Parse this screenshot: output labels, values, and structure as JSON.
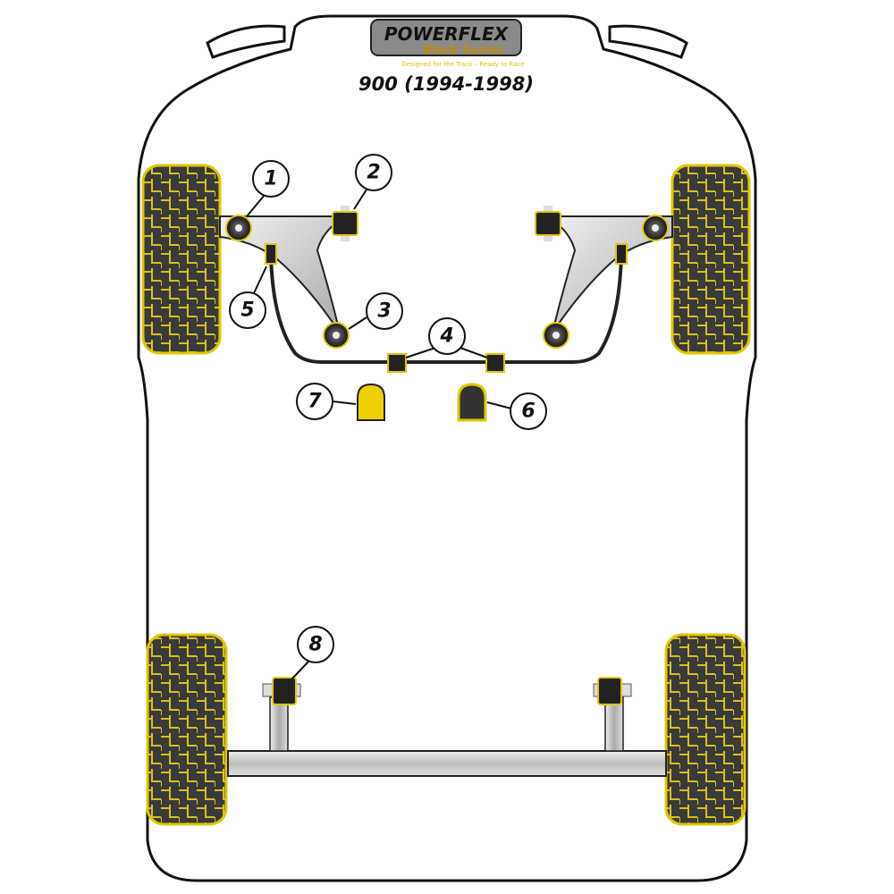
{
  "logo": {
    "brand": "POWERFLEX",
    "series": "Black Series",
    "tagline": "Designed for the Track – Ready to Race"
  },
  "title": "900 (1994-1998)",
  "callouts": [
    {
      "id": "1",
      "label": "1"
    },
    {
      "id": "2",
      "label": "2"
    },
    {
      "id": "3",
      "label": "3"
    },
    {
      "id": "4",
      "label": "4"
    },
    {
      "id": "5",
      "label": "5"
    },
    {
      "id": "6",
      "label": "6"
    },
    {
      "id": "7",
      "label": "7"
    },
    {
      "id": "8",
      "label": "8"
    }
  ],
  "colors": {
    "bushing": "#f0d000",
    "tyre": "#3a3a3a",
    "outline": "#111111",
    "arm": "#c8c8c8"
  }
}
